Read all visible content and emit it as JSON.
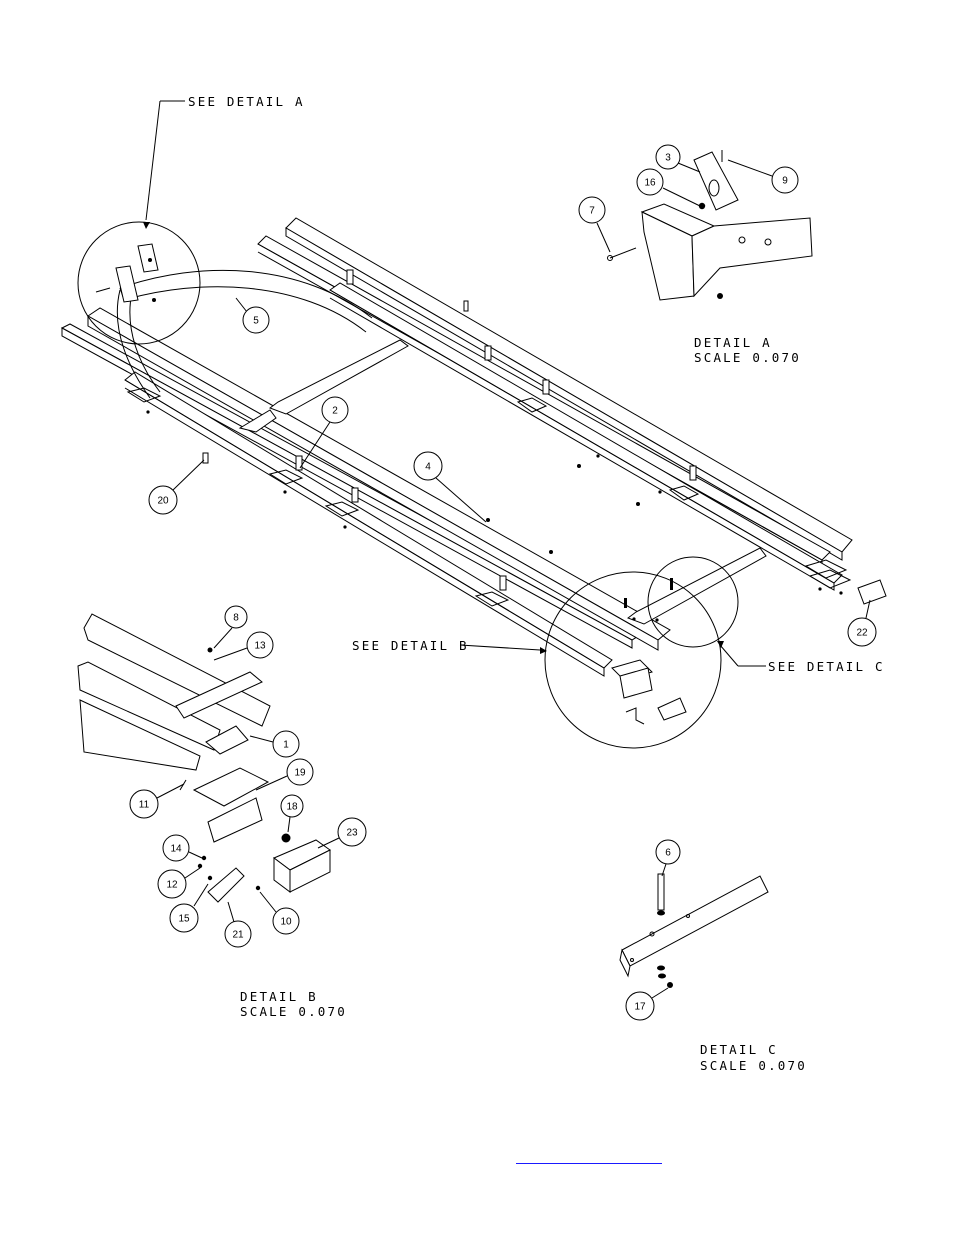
{
  "callouts": {
    "see_detail_a": "SEE DETAIL  A",
    "see_detail_b": "SEE DETAIL  B",
    "see_detail_c": "SEE DETAIL  C"
  },
  "details": {
    "a": {
      "title": "DETAIL  A",
      "scale": "SCALE  0.070"
    },
    "b": {
      "title": "DETAIL  B",
      "scale": "SCALE  0.070"
    },
    "c": {
      "title": "DETAIL  C",
      "scale": "SCALE  0.070"
    }
  },
  "balloons": [
    "1",
    "2",
    "3",
    "4",
    "5",
    "6",
    "7",
    "8",
    "9",
    "10",
    "11",
    "12",
    "13",
    "14",
    "15",
    "16",
    "17",
    "18",
    "19",
    "20",
    "21",
    "22",
    "23"
  ],
  "colors": {
    "line": "#000000",
    "link_underline": "#1a1aff"
  }
}
